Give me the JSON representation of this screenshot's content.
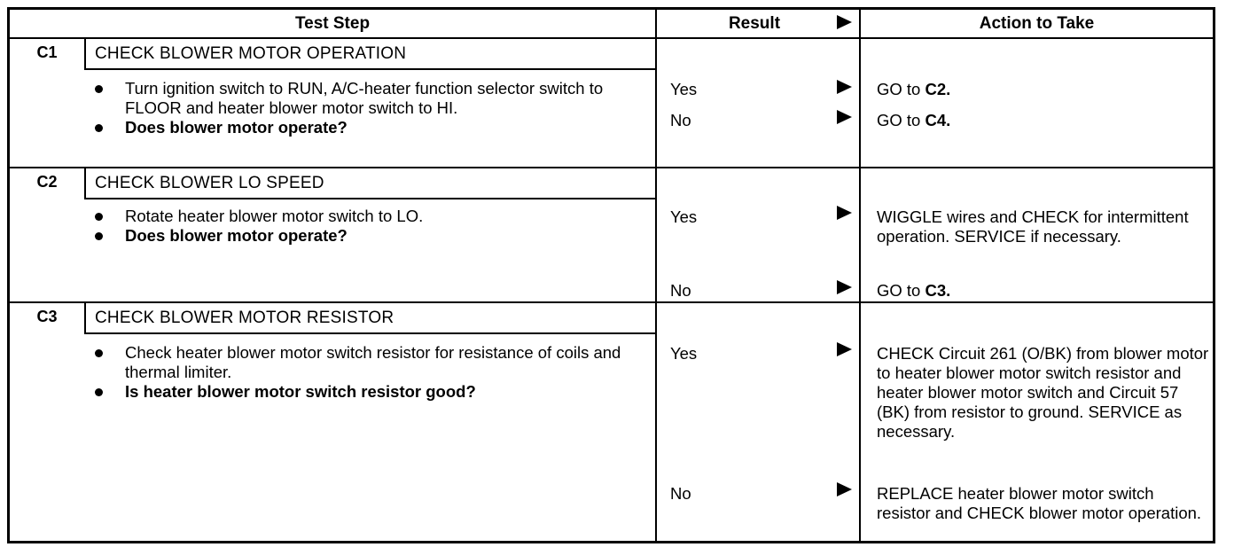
{
  "header": {
    "test_step": "Test Step",
    "result": "Result",
    "action": "Action to Take"
  },
  "steps": [
    {
      "id": "C1",
      "title": "CHECK BLOWER MOTOR OPERATION",
      "instructions": [
        "Turn ignition switch to RUN, A/C-heater function selector switch to FLOOR and heater blower motor switch to HI."
      ],
      "question": "Does blower motor operate?",
      "results": [
        {
          "result": "Yes",
          "action_prefix": "GO to ",
          "action_bold": "C2."
        },
        {
          "result": "No",
          "action_prefix": "GO to ",
          "action_bold": "C4."
        }
      ]
    },
    {
      "id": "C2",
      "title": "CHECK BLOWER LO SPEED",
      "instructions": [
        "Rotate heater blower motor switch to LO."
      ],
      "question": "Does blower motor operate?",
      "results": [
        {
          "result": "Yes",
          "action_prefix": "WIGGLE wires and CHECK for intermittent operation. SERVICE if necessary.",
          "action_bold": ""
        },
        {
          "result": "No",
          "action_prefix": "GO to ",
          "action_bold": "C3."
        }
      ]
    },
    {
      "id": "C3",
      "title": "CHECK BLOWER MOTOR RESISTOR",
      "instructions": [
        "Check heater blower motor switch resistor for resistance of coils and thermal limiter."
      ],
      "question": "Is heater blower motor switch resistor good?",
      "results": [
        {
          "result": "Yes",
          "action_prefix": "CHECK Circuit 261 (O/BK) from blower motor to heater blower motor switch resistor and heater blower motor switch and Circuit 57 (BK) from resistor to ground. SERVICE as necessary.",
          "action_bold": ""
        },
        {
          "result": "No",
          "action_prefix": "REPLACE heater blower motor switch resistor and CHECK blower motor operation.",
          "action_bold": ""
        }
      ]
    }
  ]
}
